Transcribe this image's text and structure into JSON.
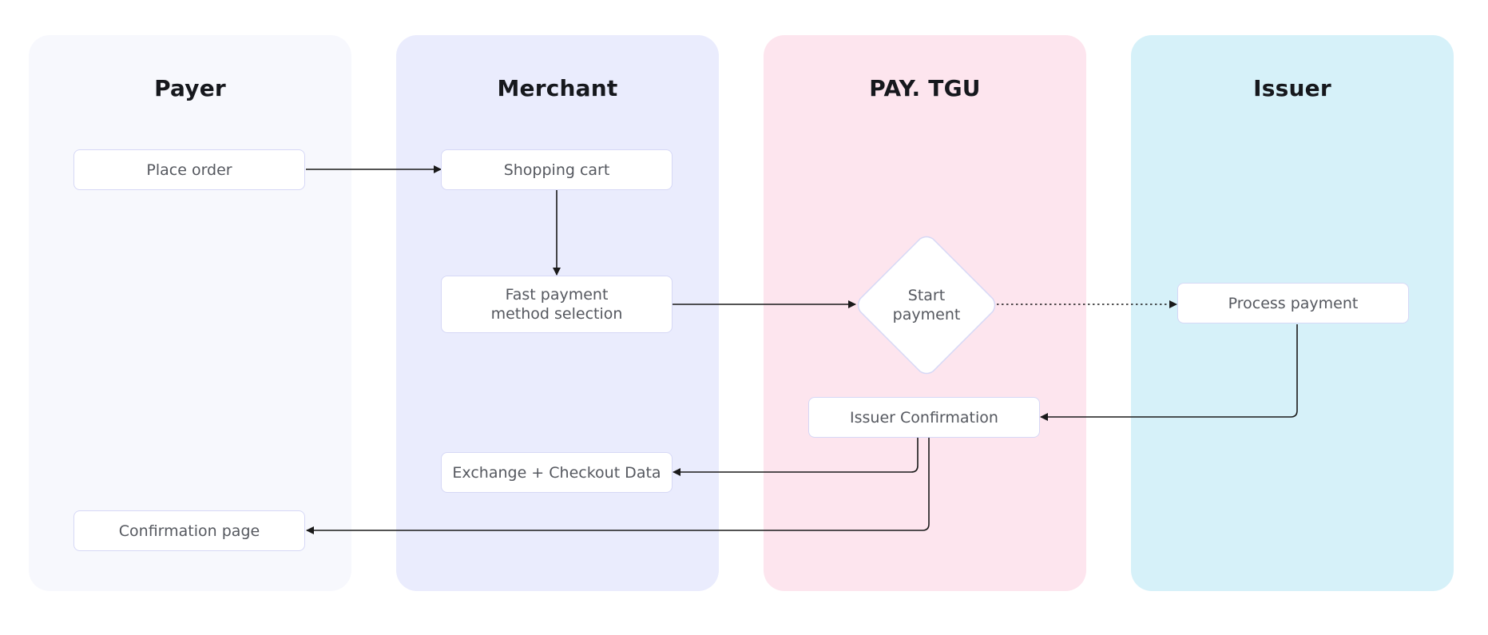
{
  "colors": {
    "lane_payer": "#f7f8fd",
    "lane_merchant": "#eaecfd",
    "lane_tgu": "#fde5ee",
    "lane_issuer": "#d6f1f9",
    "node_border": "#d6d8f6",
    "arrow": "#1a1a1a"
  },
  "lanes": [
    {
      "title": "Payer"
    },
    {
      "title": "Merchant"
    },
    {
      "title": "PAY. TGU"
    },
    {
      "title": "Issuer"
    }
  ],
  "nodes": {
    "place_order": "Place order",
    "shopping_cart": "Shopping cart",
    "fast_payment": "Fast payment\nmethod selection",
    "start_payment": "Start\npayment",
    "process_payment": "Process payment",
    "issuer_confirmation": "Issuer Confirmation",
    "exchange_checkout": "Exchange + Checkout Data",
    "confirmation_page": "Confirmation page"
  },
  "footer": {
    "text": ""
  }
}
